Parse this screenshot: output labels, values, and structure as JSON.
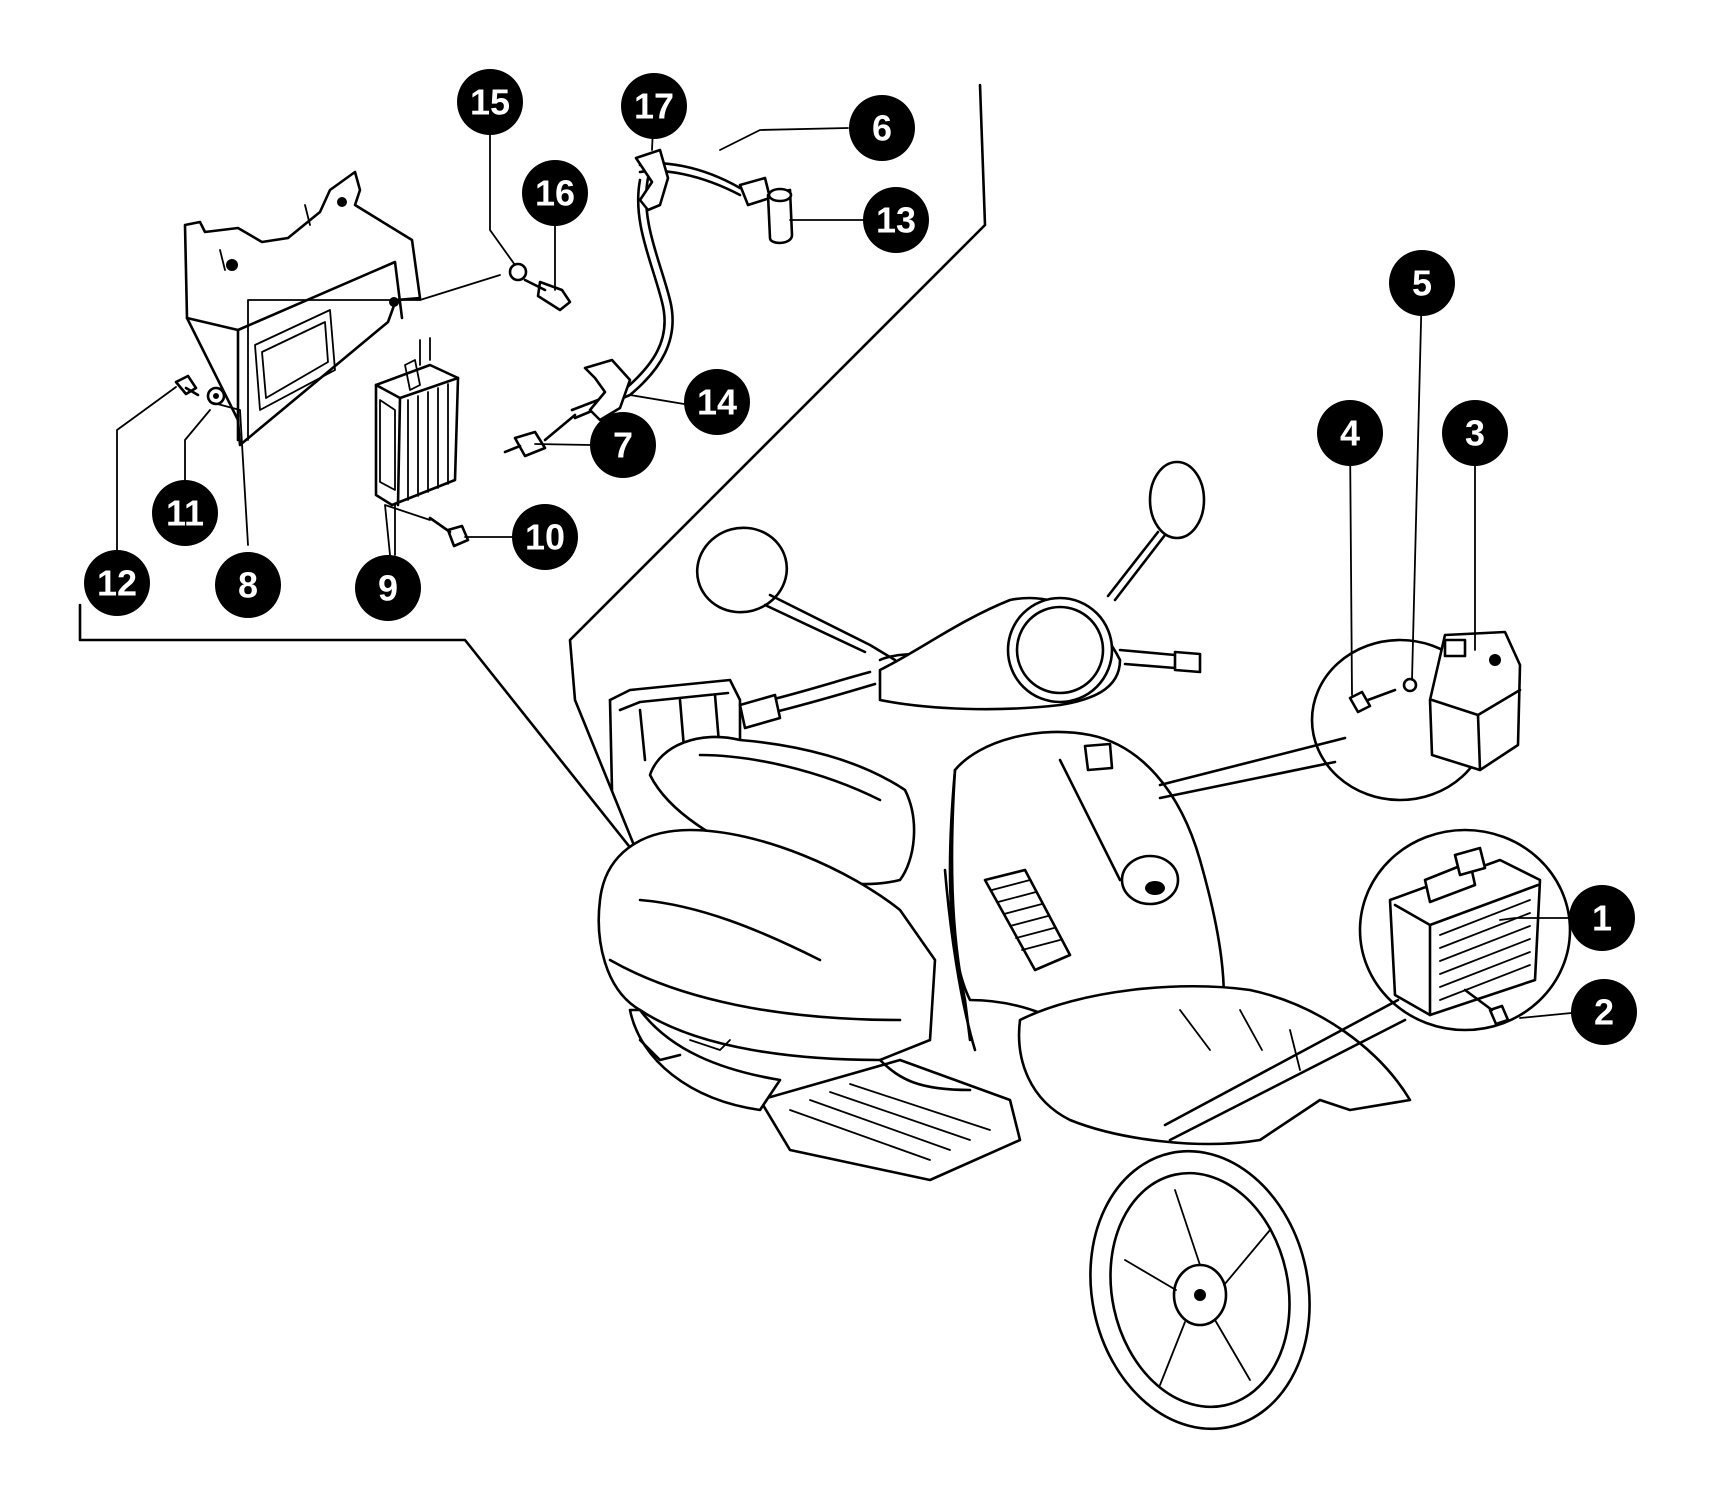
{
  "callouts": [
    {
      "id": "callout-1",
      "label": "1"
    },
    {
      "id": "callout-2",
      "label": "2"
    },
    {
      "id": "callout-3",
      "label": "3"
    },
    {
      "id": "callout-4",
      "label": "4"
    },
    {
      "id": "callout-5",
      "label": "5"
    },
    {
      "id": "callout-6",
      "label": "6"
    },
    {
      "id": "callout-7",
      "label": "7"
    },
    {
      "id": "callout-8",
      "label": "8"
    },
    {
      "id": "callout-9",
      "label": "9"
    },
    {
      "id": "callout-10",
      "label": "10"
    },
    {
      "id": "callout-11",
      "label": "11"
    },
    {
      "id": "callout-12",
      "label": "12"
    },
    {
      "id": "callout-13",
      "label": "13"
    },
    {
      "id": "callout-14",
      "label": "14"
    },
    {
      "id": "callout-15",
      "label": "15"
    },
    {
      "id": "callout-16",
      "label": "16"
    },
    {
      "id": "callout-17",
      "label": "17"
    }
  ],
  "colors": {
    "ink": "#000000",
    "paper": "#ffffff"
  }
}
